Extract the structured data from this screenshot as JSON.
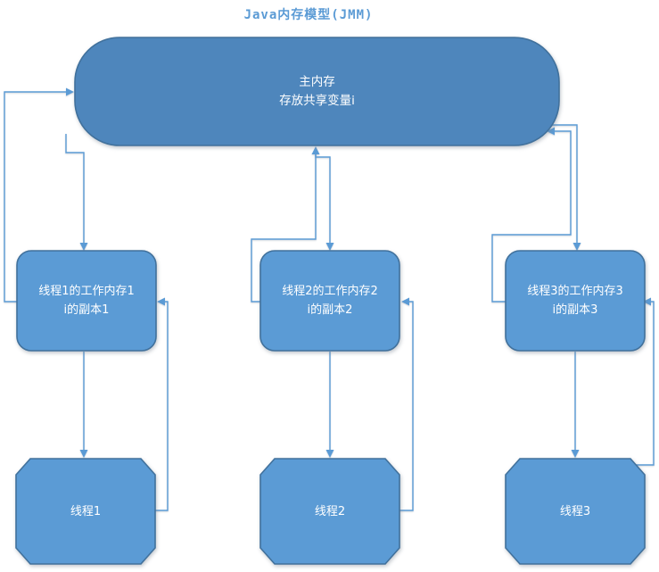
{
  "title": "Java内存模型(JMM)",
  "colors": {
    "accent": "#5b9bd5",
    "main_fill": "#4e86bc",
    "shape_fill": "#5b9bd5",
    "border": "#41719c",
    "text_on_shape": "#ffffff"
  },
  "main_memory": {
    "line1": "主内存",
    "line2": "存放共享变量i"
  },
  "working_memories": [
    {
      "line1": "线程1的工作内存1",
      "line2": "i的副本1"
    },
    {
      "line1": "线程2的工作内存2",
      "line2": "i的副本2"
    },
    {
      "line1": "线程3的工作内存3",
      "line2": "i的副本3"
    }
  ],
  "threads": [
    {
      "label": "线程1"
    },
    {
      "label": "线程2"
    },
    {
      "label": "线程3"
    }
  ]
}
